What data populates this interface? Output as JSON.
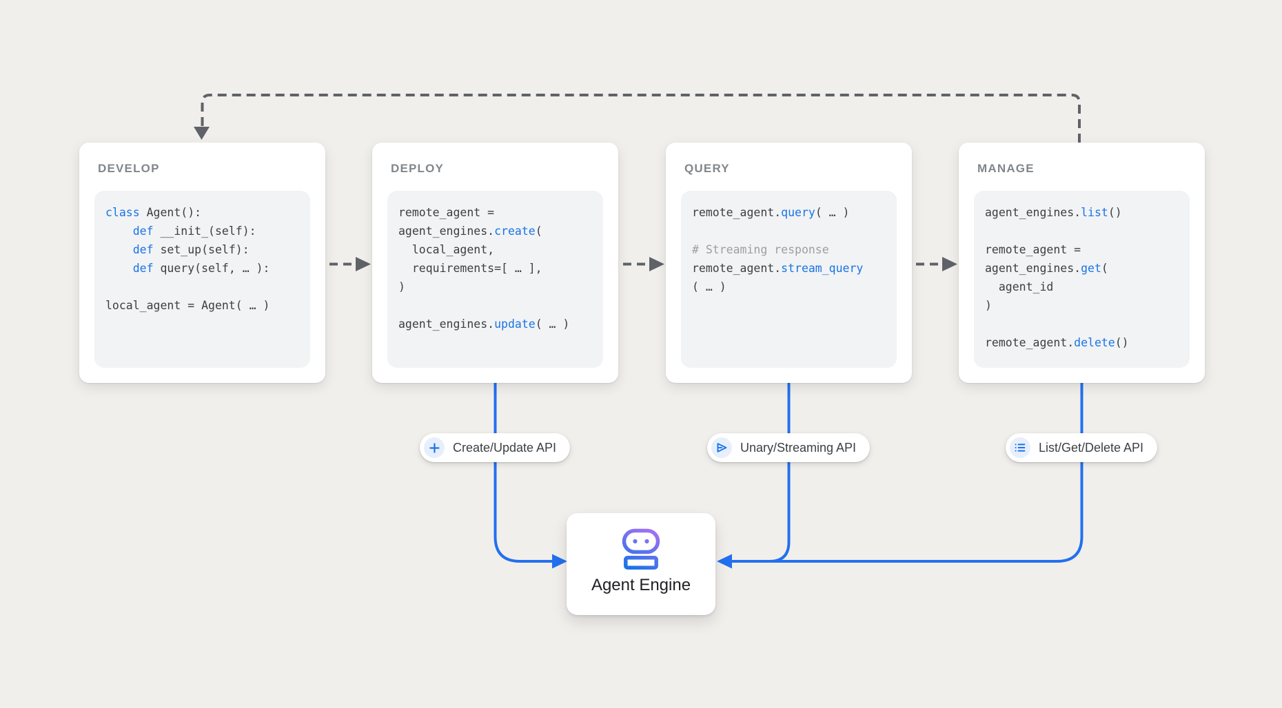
{
  "diagram": {
    "background_color": "#f1efec",
    "card_color": "#ffffff",
    "code_background": "#f1f3f4",
    "title_color": "#81868b",
    "code_text_color": "#3c4043",
    "keyword_color": "#1a73e8",
    "comment_color": "#9aa0a6",
    "dashed_line_color": "#5f6368",
    "blue_line_color": "#2270ef",
    "badge_icon_bg": "#e7effd",
    "robot_gradient": [
      "#a672f3",
      "#1a73e8"
    ]
  },
  "stages": [
    {
      "title": "DEVELOP",
      "code": [
        [
          {
            "text": "class",
            "style": "keyword"
          },
          {
            "text": " Agent():",
            "style": "plain"
          }
        ],
        [
          {
            "text": "    ",
            "style": "plain"
          },
          {
            "text": "def",
            "style": "keyword"
          },
          {
            "text": " __init_(self):",
            "style": "plain"
          }
        ],
        [
          {
            "text": "    ",
            "style": "plain"
          },
          {
            "text": "def",
            "style": "keyword"
          },
          {
            "text": " set_up(self):",
            "style": "plain"
          }
        ],
        [
          {
            "text": "    ",
            "style": "plain"
          },
          {
            "text": "def",
            "style": "keyword"
          },
          {
            "text": " query(self, … ):",
            "style": "plain"
          }
        ],
        [],
        [
          {
            "text": "local_agent = Agent( … )",
            "style": "plain"
          }
        ]
      ]
    },
    {
      "title": "DEPLOY",
      "code": [
        [
          {
            "text": "remote_agent =",
            "style": "plain"
          }
        ],
        [
          {
            "text": "agent_engines.",
            "style": "plain"
          },
          {
            "text": "create",
            "style": "keyword"
          },
          {
            "text": "(",
            "style": "plain"
          }
        ],
        [
          {
            "text": "  local_agent,",
            "style": "plain"
          }
        ],
        [
          {
            "text": "  requirements=[ … ],",
            "style": "plain"
          }
        ],
        [
          {
            "text": ")",
            "style": "plain"
          }
        ],
        [],
        [
          {
            "text": "agent_engines.",
            "style": "plain"
          },
          {
            "text": "update",
            "style": "keyword"
          },
          {
            "text": "( … )",
            "style": "plain"
          }
        ]
      ]
    },
    {
      "title": "QUERY",
      "code": [
        [
          {
            "text": "remote_agent.",
            "style": "plain"
          },
          {
            "text": "query",
            "style": "keyword"
          },
          {
            "text": "( … )",
            "style": "plain"
          }
        ],
        [],
        [
          {
            "text": "# Streaming response",
            "style": "comment"
          }
        ],
        [
          {
            "text": "remote_agent.",
            "style": "plain"
          },
          {
            "text": "stream_query",
            "style": "keyword"
          }
        ],
        [
          {
            "text": "( … )",
            "style": "plain"
          }
        ]
      ]
    },
    {
      "title": "MANAGE",
      "code": [
        [
          {
            "text": "agent_engines.",
            "style": "plain"
          },
          {
            "text": "list",
            "style": "keyword"
          },
          {
            "text": "()",
            "style": "plain"
          }
        ],
        [],
        [
          {
            "text": "remote_agent =",
            "style": "plain"
          }
        ],
        [
          {
            "text": "agent_engines.",
            "style": "plain"
          },
          {
            "text": "get",
            "style": "keyword"
          },
          {
            "text": "(",
            "style": "plain"
          }
        ],
        [
          {
            "text": "  agent_id",
            "style": "plain"
          }
        ],
        [
          {
            "text": ")",
            "style": "plain"
          }
        ],
        [],
        [
          {
            "text": "remote_agent.",
            "style": "plain"
          },
          {
            "text": "delete",
            "style": "keyword"
          },
          {
            "text": "()",
            "style": "plain"
          }
        ]
      ]
    }
  ],
  "badges": [
    {
      "icon": "plus-icon",
      "label": "Create/Update API"
    },
    {
      "icon": "send-icon",
      "label": "Unary/Streaming API"
    },
    {
      "icon": "list-icon",
      "label": "List/Get/Delete API"
    }
  ],
  "engine": {
    "icon": "robot-icon",
    "label": "Agent Engine"
  }
}
